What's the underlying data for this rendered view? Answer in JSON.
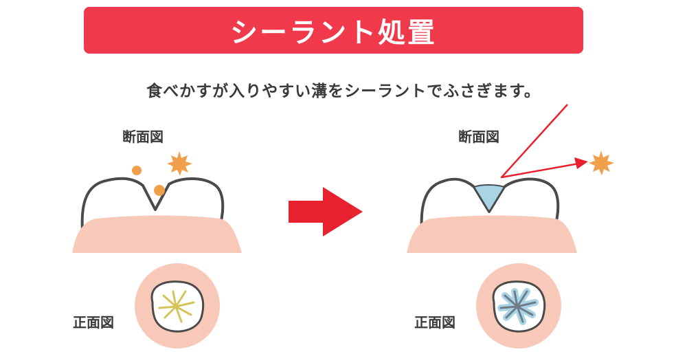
{
  "title": "シーラント処置",
  "subtitle": "食べかすが入りやすい溝をシーラントでふさぎます。",
  "before": {
    "section_label": "断面図",
    "front_label": "正面図"
  },
  "after": {
    "section_label": "断面図",
    "front_label": "正面図"
  },
  "colors": {
    "banner": "#f0394b",
    "arrow": "#e8212e",
    "gum": "#f8c8b8",
    "tooth_outline": "#4a4a4a",
    "food_debris": "#f0a04a",
    "sealant": "#a9d4e6",
    "groove_before": "#d4c45a",
    "groove_after": "#6f7c88"
  }
}
